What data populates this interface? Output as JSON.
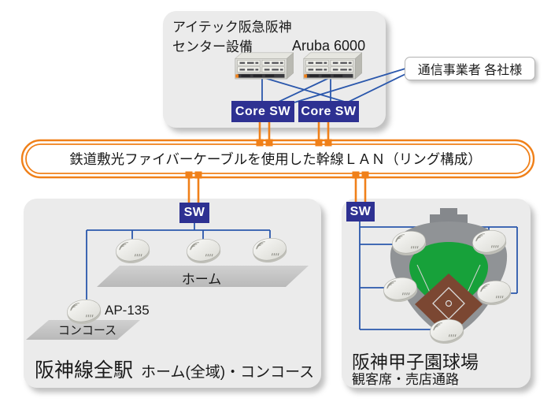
{
  "diagram_title": "Wireless LAN network diagram (Hanshin railway / Koshien stadium)",
  "colors": {
    "accent_blue_box": "#2e3192",
    "line_blue": "#2a57ac",
    "line_orange": "#f08019",
    "panel_gray": "#ebebeb",
    "stadium_gray": "#909396",
    "field_green": "#17a13a",
    "infield_brown": "#7b4732"
  },
  "facility": {
    "title_line1": "アイテック阪急阪神",
    "title_line2": "センター設備",
    "device_label": "Aruba 6000",
    "core_sw1_label": "Core SW",
    "core_sw2_label": "Core SW"
  },
  "carriers": {
    "label": "通信事業者 各社様"
  },
  "ring": {
    "label": "鉄道敷光ファイバーケーブルを使用した幹線ＬＡＮ（リング構成）"
  },
  "stations": {
    "sw_label": "SW",
    "platform_label": "ホーム",
    "concourse_label": "コンコース",
    "ap_model": "AP-135",
    "title": "阪神線全駅",
    "subtitle": "ホーム(全域)・コンコース"
  },
  "stadium": {
    "sw_label": "SW",
    "title": "阪神甲子園球場",
    "subtitle": "観客席・売店通路"
  },
  "icons": [
    "chassis-switch-icon",
    "access-point-icon",
    "stadium-map-icon",
    "platform-shape-icon",
    "ring-lan-icon"
  ]
}
